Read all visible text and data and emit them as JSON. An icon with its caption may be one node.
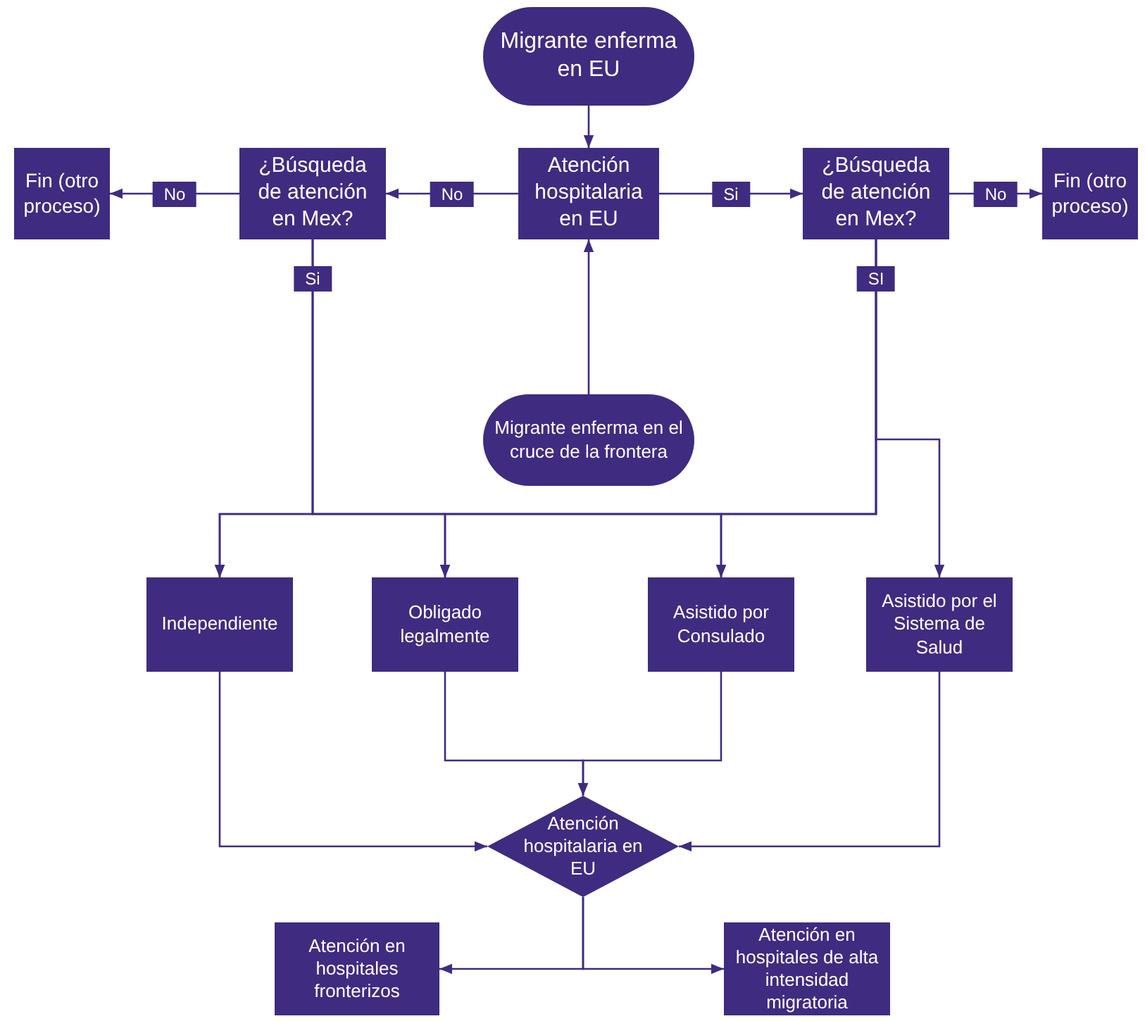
{
  "diagram": {
    "nodes": [
      {
        "text": [
          "Migrante enferma en EU"
        ]
      },
      {
        "text": [
          "Atención hospitalaria en EU"
        ]
      },
      {
        "text": [
          "¿Búsqueda de atención en Mex?"
        ]
      },
      {
        "text": [
          "Fin (otro proceso)"
        ]
      },
      {
        "text": [
          "¿Búsqueda de atención en Mex?"
        ]
      },
      {
        "text": [
          "Fin (otro proceso)"
        ]
      },
      {
        "text": [
          "Migrante enferma en el cruce de la frontera"
        ]
      },
      {
        "text": [
          "Independiente"
        ]
      },
      {
        "text": [
          "Obligado legalmente"
        ]
      },
      {
        "text": [
          "Asistido por Consulado"
        ]
      },
      {
        "text": [
          "Asistido por el Sistema de Salud"
        ]
      },
      {
        "text": [
          "Atención hospitalaria en EU"
        ]
      },
      {
        "text": [
          "Atención en hospitales fronterizos"
        ]
      },
      {
        "text": [
          "Atención en hospitales de alta intensidad migratoria"
        ]
      }
    ],
    "edges": [
      {
        "from": 0,
        "to": 1,
        "arrow": "to"
      },
      {
        "from": 1,
        "to": 2,
        "arrow": "to",
        "label": "No"
      },
      {
        "from": 2,
        "to": 3,
        "arrow": "to",
        "label": "No"
      },
      {
        "from": 1,
        "to": 4,
        "arrow": "to",
        "label": "Si"
      },
      {
        "from": 4,
        "to": 5,
        "arrow": "to",
        "label": "No"
      },
      {
        "from": 6,
        "to": 1,
        "arrow": "to"
      },
      {
        "from": 2,
        "to": 7,
        "arrow": "to",
        "label": "Si"
      },
      {
        "from": 2,
        "to": 8,
        "arrow": "to"
      },
      {
        "from": 2,
        "to": 9,
        "arrow": "to"
      },
      {
        "from": 4,
        "to": 7,
        "arrow": "to"
      },
      {
        "from": 4,
        "to": 8,
        "arrow": "to"
      },
      {
        "from": 4,
        "to": 9,
        "arrow": "to"
      },
      {
        "from": 4,
        "to": 10,
        "arrow": "to",
        "label": "SI"
      },
      {
        "from": 7,
        "to": 11,
        "arrow": "to"
      },
      {
        "from": 8,
        "to": 11,
        "arrow": "to"
      },
      {
        "from": 9,
        "to": 11,
        "arrow": "to"
      },
      {
        "from": 10,
        "to": 11,
        "arrow": "to"
      },
      {
        "from": 11,
        "to": 12,
        "arrow": "to"
      },
      {
        "from": 11,
        "to": 13,
        "arrow": "to"
      }
    ]
  }
}
